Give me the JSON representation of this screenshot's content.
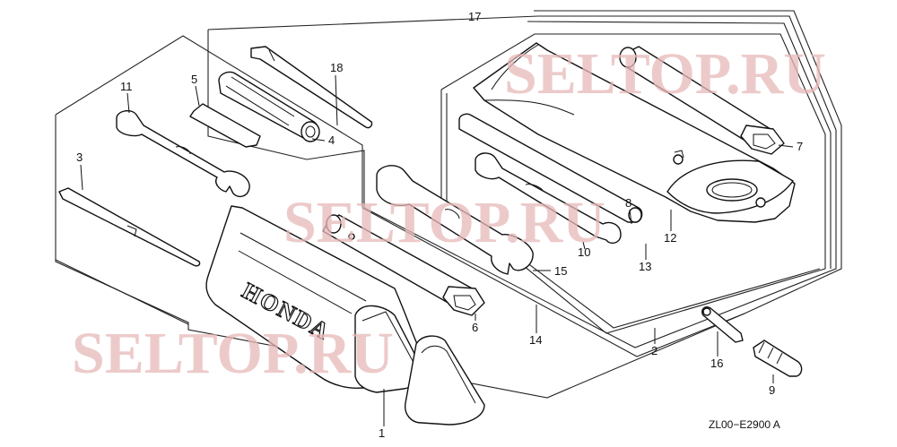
{
  "diagram": {
    "code": "ZL00−E2900 A",
    "brand_text": "HONDA",
    "watermark": "SELTOP.RU",
    "labels": [
      "1",
      "2",
      "3",
      "4",
      "5",
      "6",
      "7",
      "8",
      "9",
      "10",
      "11",
      "12",
      "13",
      "14",
      "15",
      "16",
      "17",
      "18"
    ]
  },
  "colors": {
    "line": "#111111",
    "watermark": "#e8b9b9",
    "background": "#ffffff"
  }
}
